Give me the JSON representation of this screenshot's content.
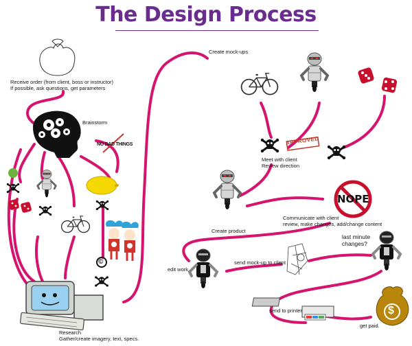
{
  "title": "The Design Process",
  "labels": {
    "receive_order_1": "Receive order (from client, boss or instructor)",
    "receive_order_2": "If possible, ask questions, get parameters",
    "brainstorm": "Brainstorm",
    "no_bad_things": "NO BAD THINGS",
    "create_mockups": "Create mock-ups",
    "approved": "APPROVED",
    "meet_client_1": "Meet with client",
    "meet_client_2": "Review direction",
    "create_product": "Create product",
    "nope": "NOPE",
    "communicate_1": "Communicate with client",
    "communicate_2": "review, make changes, add/change content",
    "last_minute_1": "last minute",
    "last_minute_2": "changes?",
    "edit_work": "edit work",
    "send_mockup": "send mock-up to client",
    "send_printer": "send to printer",
    "get_paid": "get paid.",
    "research_1": "Research",
    "research_2": "Gather/create imagery, text, specs.",
    "copyright": "©",
    "money": "$"
  },
  "colors": {
    "path": "#d4146e",
    "title": "#6a2d8f",
    "stamp": "#c0392b",
    "dice": "#c8102e",
    "lemon": "#f5d800",
    "money_bag": "#b8860b",
    "thing_red": "#d2342c",
    "thing_hair": "#2fa3d9"
  },
  "icons": [
    "bag-sketch-icon",
    "skull-gears-icon",
    "skull-crossbones-icon",
    "dice-icon",
    "robot-icon",
    "bicycle-icon",
    "lemon-icon",
    "thing-characters-icon",
    "copyright-icon",
    "computer-icon",
    "no-sign-icon",
    "approved-stamp-icon",
    "sketch-icon",
    "printer-icon",
    "money-bag-icon",
    "green-ball-icon"
  ]
}
